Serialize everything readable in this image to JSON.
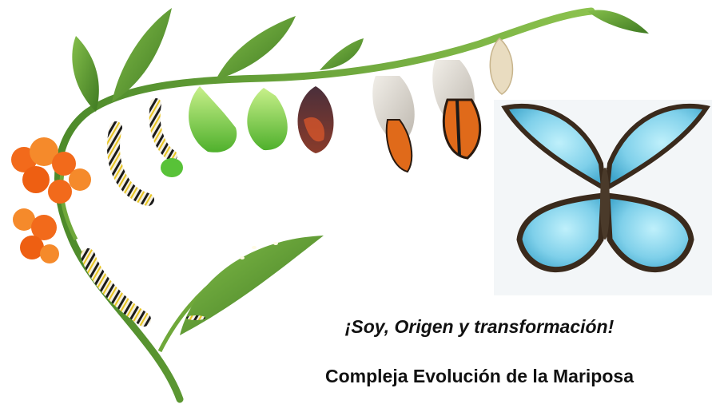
{
  "scene": {
    "subject": "butterfly-life-cycle",
    "stages": [
      "egg",
      "caterpillar",
      "chrysalis",
      "emerging-butterfly",
      "adult-butterfly"
    ]
  },
  "caption": {
    "tagline": "¡Soy, Origen y transformación!",
    "title": "Compleja Evolución de la Mariposa"
  },
  "colors": {
    "stem": "#6fa83a",
    "leaf": "#5e9a2c",
    "flower": "#f26a1b",
    "wing_blue": "#8fd3ea",
    "wing_edge": "#3a2a1c",
    "monarch": "#e06a1a"
  }
}
